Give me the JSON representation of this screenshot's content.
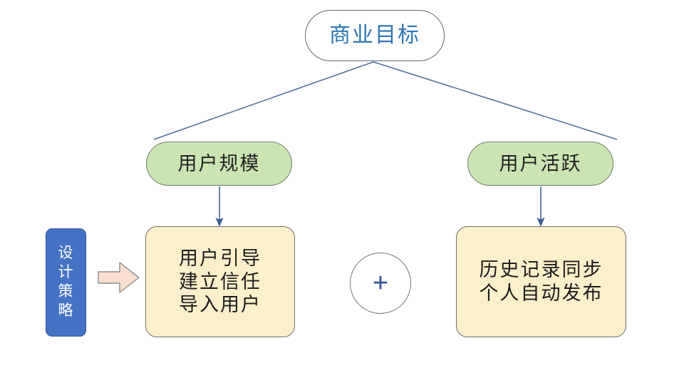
{
  "diagram": {
    "title_node": {
      "id": "business-goal",
      "label": "商业目标",
      "fill": "#ffffff",
      "text_color": "#2e75b6",
      "border": "#5b6b7a"
    },
    "metrics": [
      {
        "id": "user-scale",
        "label": "用户规模",
        "fill": "#cbe4b4",
        "border": "#6d7f6b"
      },
      {
        "id": "user-activity",
        "label": "用户活跃",
        "fill": "#cbe4b4",
        "border": "#6d7f6b"
      }
    ],
    "features": [
      {
        "id": "feature-left",
        "lines": [
          "用户引导",
          "建立信任",
          "导入用户"
        ],
        "fill": "#fcefcb",
        "border": "#6f6f6f"
      },
      {
        "id": "feature-right",
        "lines": [
          "历史记录同步",
          "个人自动发布"
        ],
        "fill": "#fcefcb",
        "border": "#6f6f6f"
      }
    ],
    "strategy_label": {
      "id": "design-strategy",
      "characters": [
        "设",
        "计",
        "策",
        "略"
      ],
      "fill": "#4472c4",
      "text_color": "#ffffff"
    },
    "combiner": {
      "id": "plus-combiner",
      "symbol": "+",
      "fill": "#ffffff",
      "text_color": "#2f5597"
    },
    "pointer_arrow": {
      "id": "design-strategy-arrow",
      "fill": "#fadfce",
      "border": "#8c8c8c"
    },
    "edges": {
      "stroke": "#4a6b93",
      "connectors": [
        {
          "from": "business-goal",
          "to": "user-scale",
          "style": "diagonal-line"
        },
        {
          "from": "business-goal",
          "to": "user-activity",
          "style": "diagonal-line"
        },
        {
          "from": "user-scale",
          "to": "feature-left",
          "style": "vertical-arrow"
        },
        {
          "from": "user-activity",
          "to": "feature-right",
          "style": "vertical-arrow"
        }
      ]
    }
  }
}
